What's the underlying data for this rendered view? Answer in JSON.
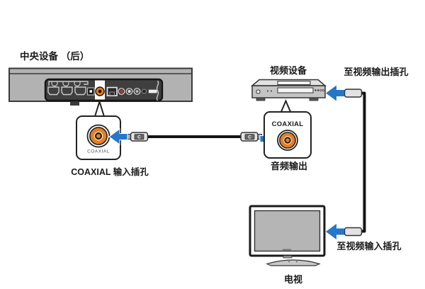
{
  "labels": {
    "central_device": "中央设备 （后）",
    "coaxial_input_jack": "COAXIAL 输入插孔",
    "video_device": "视频设备",
    "to_video_output_jack": "至视频输出插孔",
    "audio_output": "音频输出",
    "to_video_input_jack": "至视频输入插孔",
    "tv": "电视"
  },
  "jacks": {
    "left_coaxial_label": "COAXIAL",
    "right_coaxial_label": "COAXIAL"
  },
  "cable": {
    "connector_label": "C"
  },
  "colors": {
    "arrow_blue": "#2577c8",
    "coaxial_orange": "#ee7d18",
    "cable_black": "#141414",
    "panel_dark": "#3f3f3f",
    "soundbar_gray": "#b2b2b2",
    "rca_red": "#d03028"
  }
}
